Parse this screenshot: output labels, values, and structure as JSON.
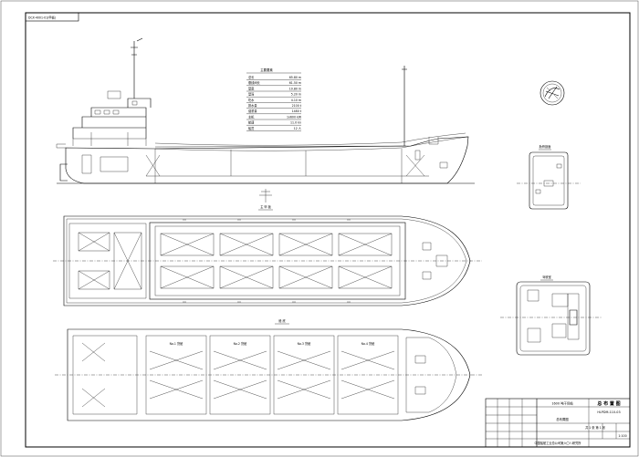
{
  "sheet_label": "DCX-4001-01(甲板)",
  "spec_table": {
    "title": "主要要素",
    "rows": [
      {
        "label": "总长",
        "value": "65.80 m"
      },
      {
        "label": "垂线间长",
        "value": "61.50 m"
      },
      {
        "label": "型宽",
        "value": "10.80 m"
      },
      {
        "label": "型深",
        "value": "5.20 m"
      },
      {
        "label": "吃水",
        "value": "4.10 m"
      },
      {
        "label": "排水量",
        "value": "2100 t"
      },
      {
        "label": "载重量",
        "value": "1480 t"
      },
      {
        "label": "主机",
        "value": "1x600 kW"
      },
      {
        "label": "航速",
        "value": "11.0 kn"
      },
      {
        "label": "船员",
        "value": "12 人"
      }
    ]
  },
  "views": {
    "section_label": "肋骨剖面",
    "deckhouse_label": "驾驶室",
    "plan_view_label": "主 甲 板",
    "hold_view_label": "舱 底"
  },
  "hatch_labels": [
    "No.1 货舱",
    "No.2 货舱",
    "No.3 货舱",
    "No.4 货舱"
  ],
  "title_block": {
    "project": "1600 吨干货船",
    "designer": "总 布 置 图",
    "drawing_no": "HLPDM-110-03",
    "name": "总布置图",
    "scale": "1:100",
    "sheet": "共 1 张 第 1 张",
    "company": "中国船舶工业总公司第六〇八研究所"
  }
}
